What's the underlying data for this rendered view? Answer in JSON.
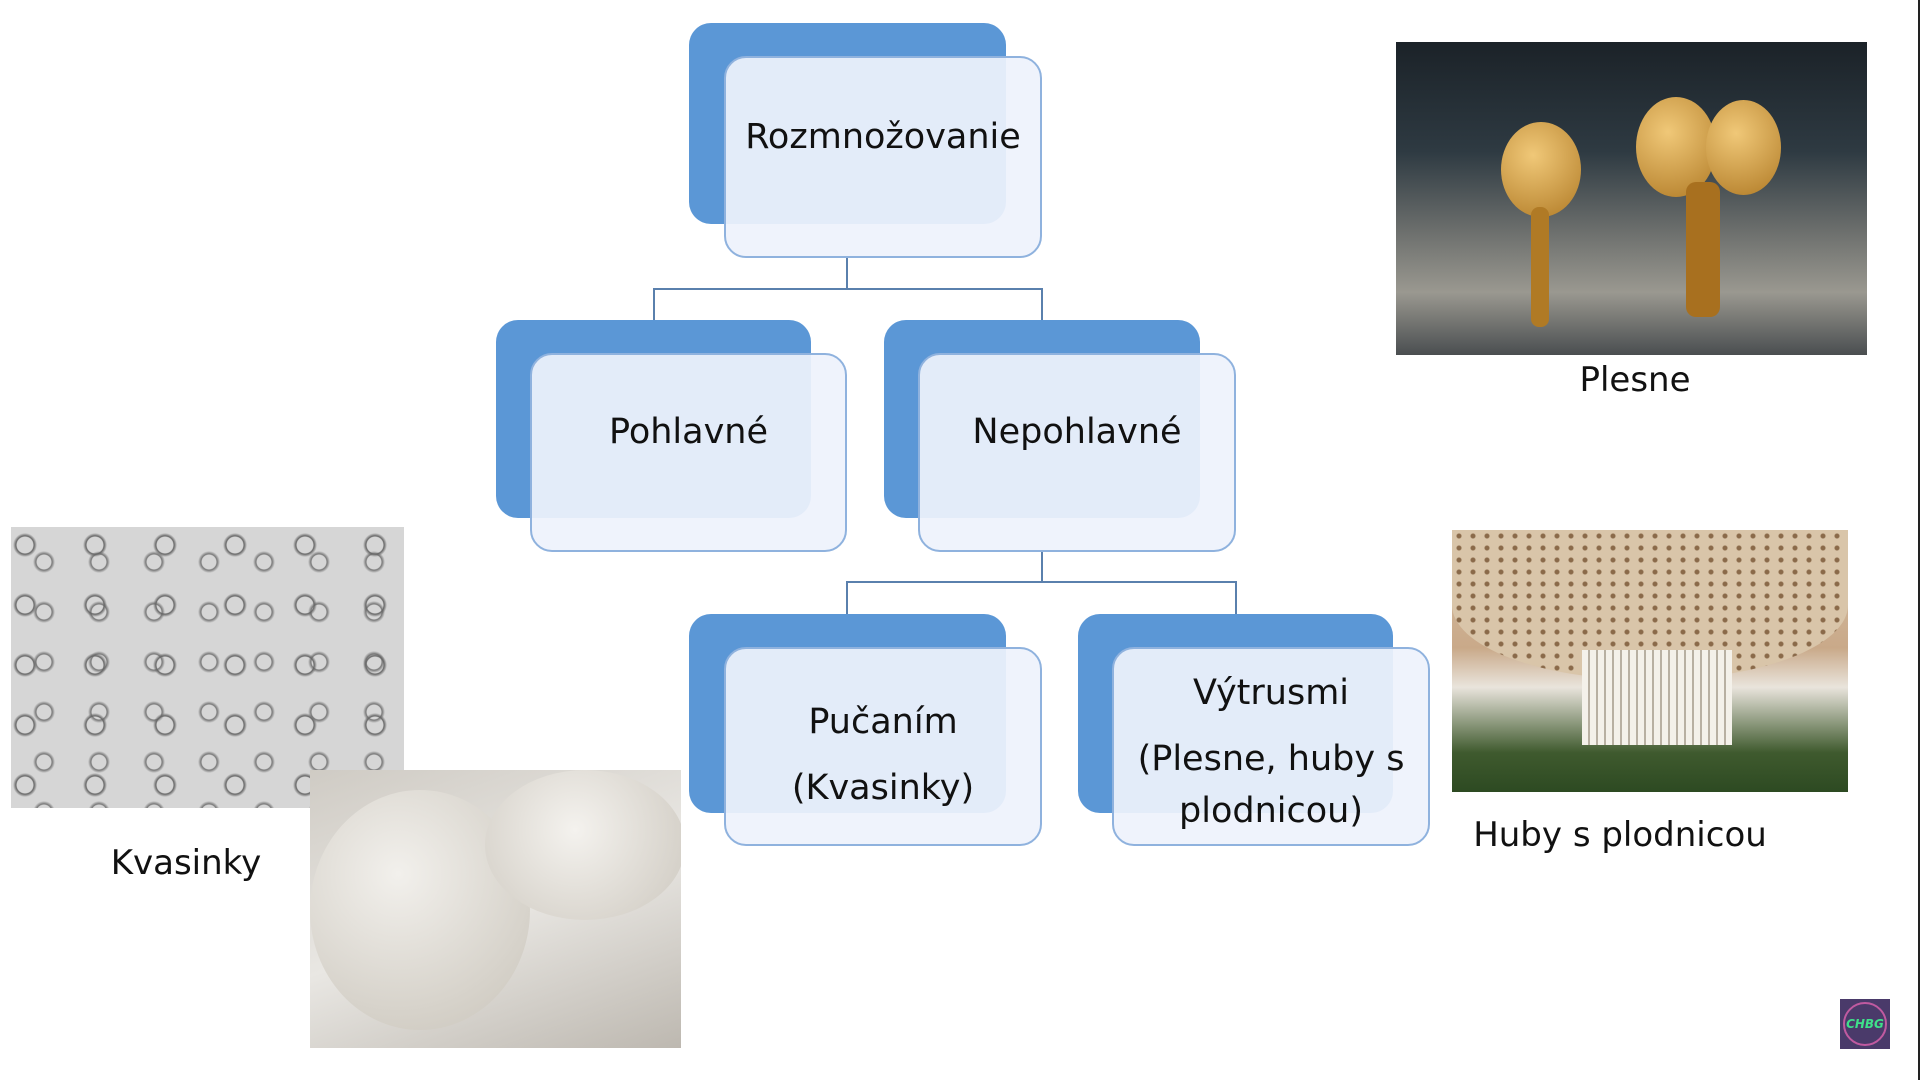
{
  "diagram": {
    "root": "Rozmnožovanie",
    "sexual": "Pohlavné",
    "asexual": "Nepohlavné",
    "budding": {
      "line1": "Pučaním",
      "line2": "(Kvasinky)"
    },
    "spores": {
      "line1": "Výtrusmi",
      "line2": "(Plesne, huby s",
      "line3": "plodnicou)"
    }
  },
  "captions": {
    "molds": "Plesne",
    "mushrooms": "Huby s plodnicou",
    "yeasts": "Kvasinky"
  },
  "logo": {
    "text": "CHBG"
  },
  "colors": {
    "accent": "#5b97d6",
    "box_fill": "#eef2fc"
  }
}
